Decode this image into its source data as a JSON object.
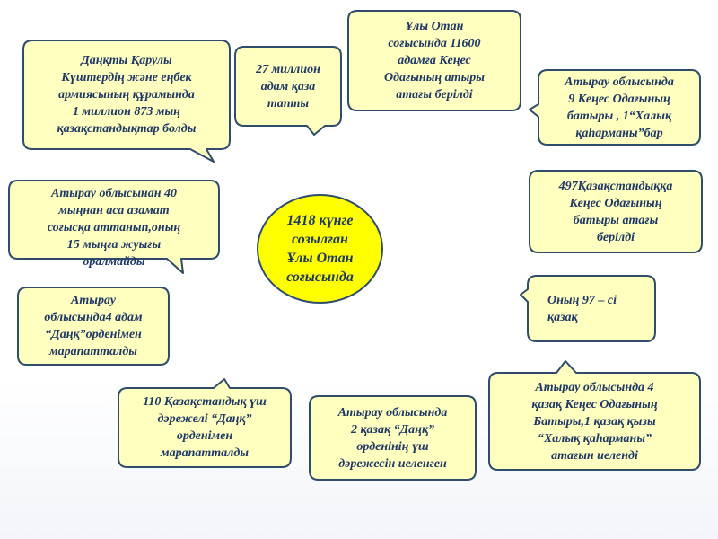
{
  "center": {
    "text": "1418 күнге\nсозылған\nҰлы Отан\nсоғысында"
  },
  "callouts": {
    "karuly": "Даңқты Қарулы\nКүштердің және еңбек\nармиясының құрамында\n1 миллион 873 мың\nқазақстандықтар болды",
    "killed": "27 миллион\nадам қаза\nтапты",
    "hero_11600": "Ұлы Отан\nсоғысында 11600\nадамға Кеңес\nОдағының атыры\nатағы берілді",
    "atyrau_9": "Атырау облысында\n9 Кеңес Одағының\nбатыры , 1“Халық\nқаһарманы”бар",
    "atyrau_40": "Атырау облысынан 40\nмыңнан аса азамат\nсоғысқа аттанып,оның\n15 мыңға жуығы\nоралмайды",
    "kz_497": "497Қазақстандыққа\nКеңес Одағының\nбатыры атағы\nберілді",
    "of_97": "Оның 97 – сі\nқазақ",
    "atyrau_4_dank": "Атырау\nоблысында4 адам\n“Даңқ”орденімен\nмарапатталды",
    "kz_110": "110 Қазақстандық үш\nдәрежелі “Даңқ”\nорденімен\nмарапатталды",
    "atyrau_2": "Атырау облысында\n2 қазақ “Даңқ”\nорденінің үш\nдәрежесін иеленген",
    "atyrau_4_heroes": "Атырау облысында 4\nқазақ Кеңес Одағының\nБатыры,1 қазақ қызы\n“Халық қаһарманы”\nатағын иеленді"
  }
}
